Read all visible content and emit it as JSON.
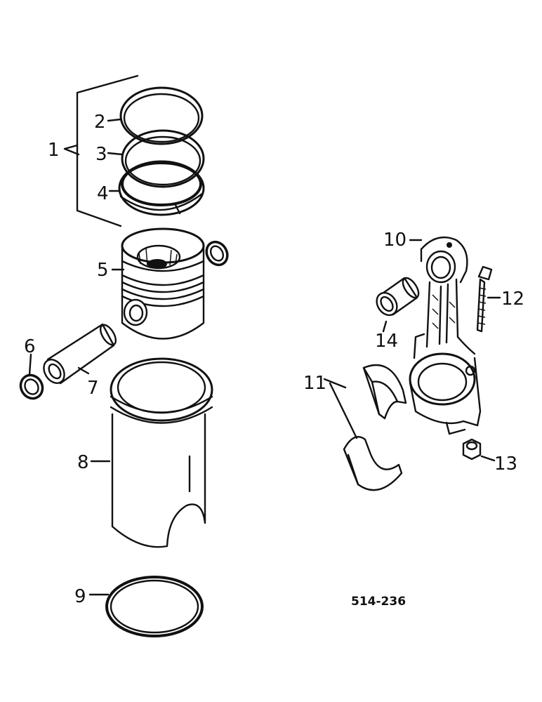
{
  "callouts": {
    "c1": "1",
    "c2": "2",
    "c3": "3",
    "c4": "4",
    "c5": "5",
    "c6": "6",
    "c7": "7",
    "c8": "8",
    "c9": "9",
    "c10": "10",
    "c11": "11",
    "c12": "12",
    "c13": "13",
    "c14": "14"
  },
  "reference": "514-236"
}
